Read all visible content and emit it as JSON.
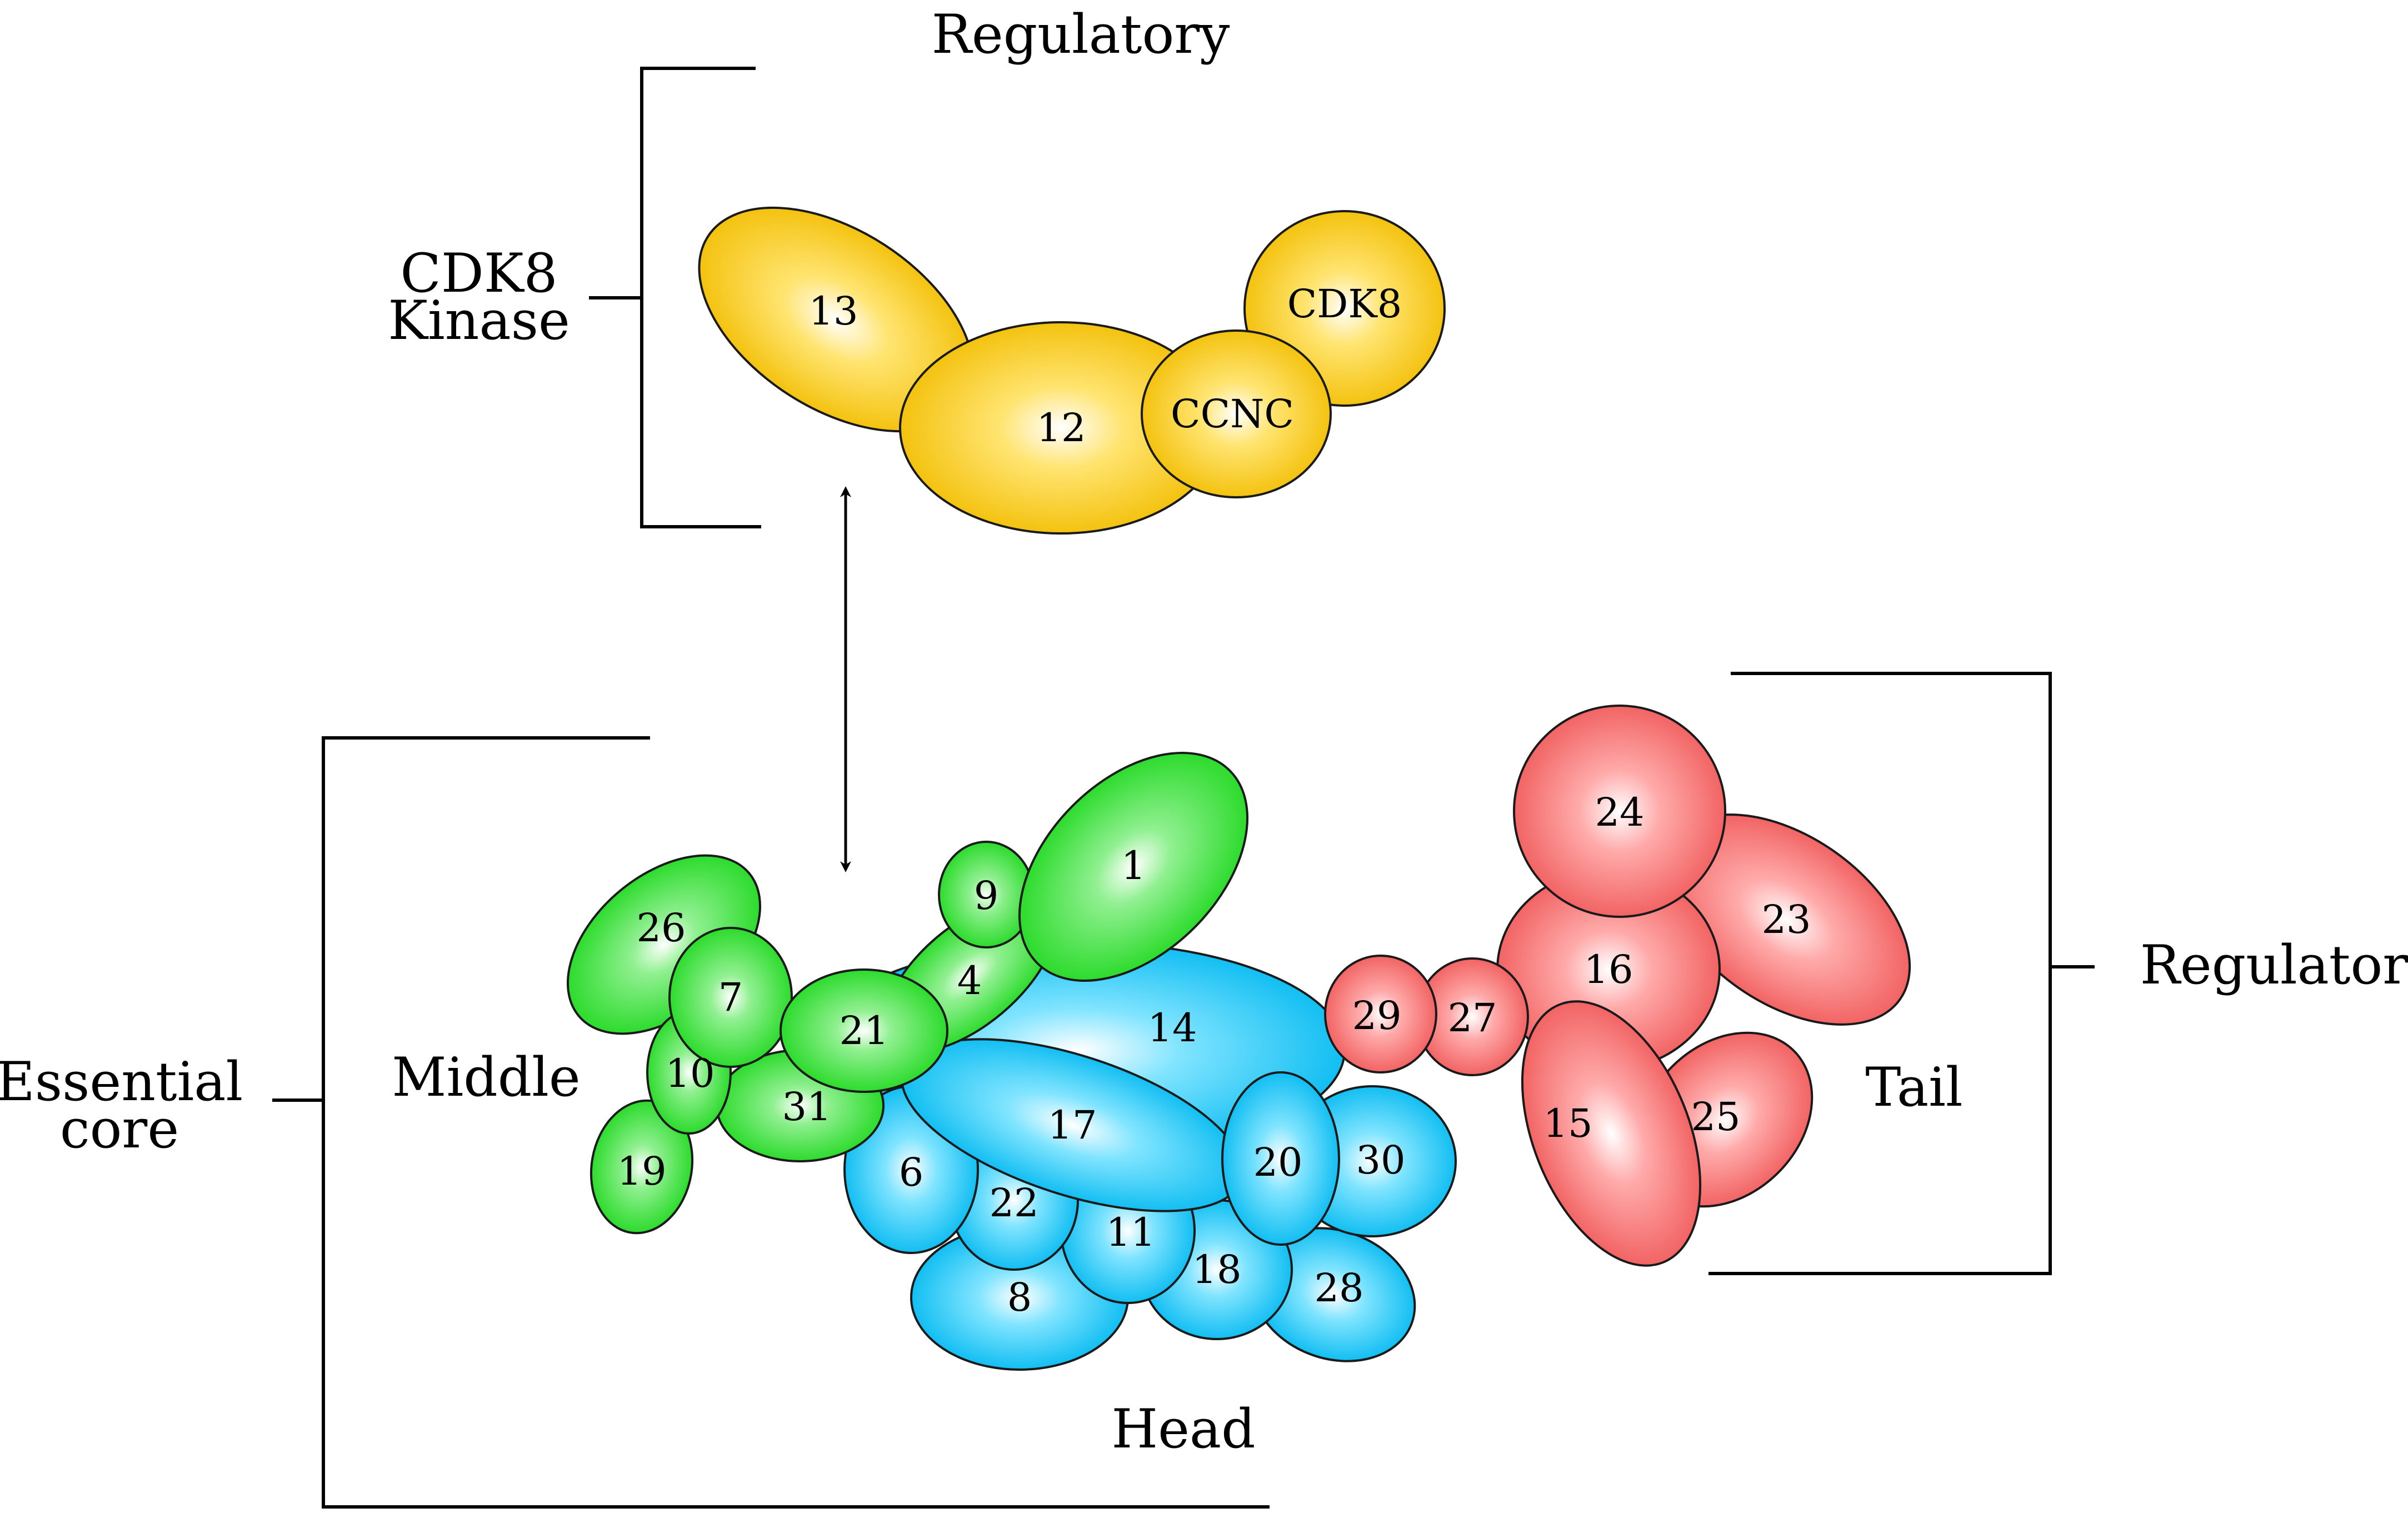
{
  "labels": {
    "regulatory_top": "Regulatory",
    "cdk8_kinase_line1": "CDK8",
    "cdk8_kinase_line2": "Kinase",
    "essential_core_line1": "Essential",
    "essential_core_line2": "core",
    "middle": "Middle",
    "head": "Head",
    "tail": "Tail",
    "regulatory_right": "Regulatory"
  },
  "modules": {
    "kinase": {
      "color": "#f5c400",
      "subunits": [
        "13",
        "12",
        "CCNC",
        "CDK8"
      ]
    },
    "middle": {
      "color": "#22dd22",
      "subunits": [
        "26",
        "7",
        "10",
        "19",
        "21",
        "31",
        "9",
        "4",
        "1"
      ]
    },
    "head": {
      "color": "#00bfff",
      "subunits": [
        "14",
        "17",
        "6",
        "22",
        "11",
        "18",
        "28",
        "8",
        "20",
        "30"
      ]
    },
    "tail": {
      "color": "#f06060",
      "subunits": [
        "29",
        "27",
        "24",
        "23",
        "16",
        "15",
        "25"
      ]
    }
  }
}
